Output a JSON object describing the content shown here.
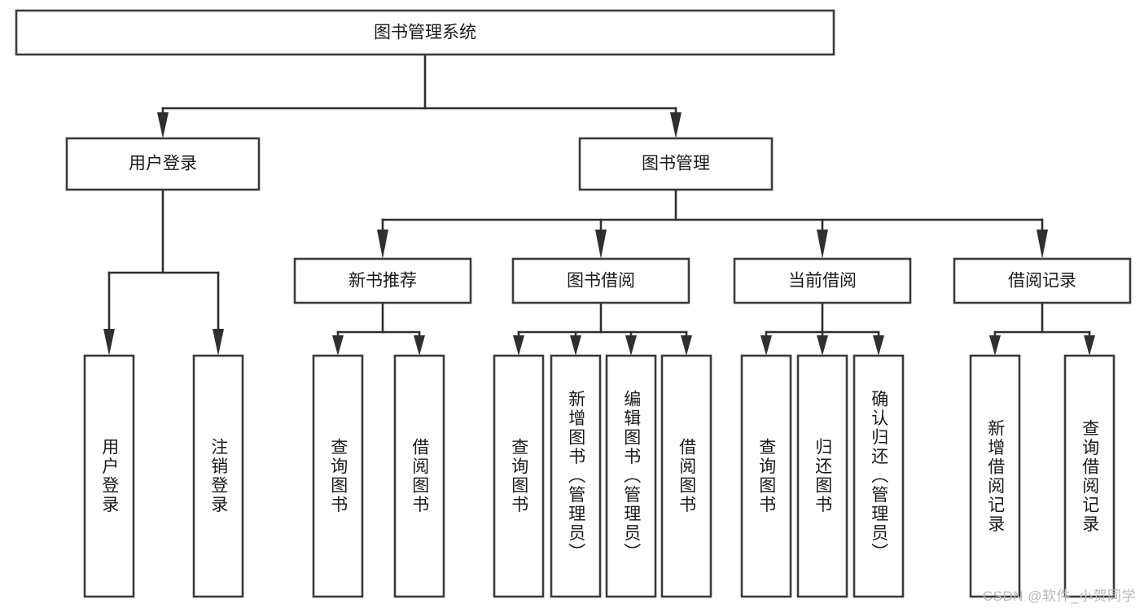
{
  "diagram": {
    "title": "图书管理系统",
    "type": "tree",
    "orientation": "top-down",
    "colors": {
      "box_fill": "#ffffff",
      "box_stroke": "#3b3b3b",
      "edge": "#2f2f2f",
      "label": "#1a1a1a",
      "background": "#ffffff",
      "watermark": "#b9b9b9"
    }
  },
  "watermark": {
    "text": "CSDN @软件_小贺同学"
  },
  "chart_data": {
    "type": "tree",
    "title": "图书管理系统",
    "root": {
      "id": "root",
      "label": "图书管理系统",
      "children": [
        "user-login",
        "book-manage"
      ]
    },
    "nodes": [
      {
        "id": "root",
        "label": "图书管理系统",
        "level": 0,
        "parent": null
      },
      {
        "id": "user-login",
        "label": "用户登录",
        "level": 1,
        "parent": "root"
      },
      {
        "id": "book-manage",
        "label": "图书管理",
        "level": 1,
        "parent": "root"
      },
      {
        "id": "new-book-rec",
        "label": "新书推荐",
        "level": 2,
        "parent": "book-manage"
      },
      {
        "id": "book-borrow",
        "label": "图书借阅",
        "level": 2,
        "parent": "book-manage"
      },
      {
        "id": "cur-borrow",
        "label": "当前借阅",
        "level": 2,
        "parent": "book-manage"
      },
      {
        "id": "borrow-rec",
        "label": "借阅记录",
        "level": 2,
        "parent": "book-manage"
      },
      {
        "id": "leaf-1",
        "label": "用户登录",
        "level": 2,
        "parent": "user-login"
      },
      {
        "id": "leaf-2",
        "label": "注销登录",
        "level": 2,
        "parent": "user-login"
      },
      {
        "id": "leaf-3",
        "label": "查询图书",
        "level": 3,
        "parent": "new-book-rec"
      },
      {
        "id": "leaf-4",
        "label": "借阅图书",
        "level": 3,
        "parent": "new-book-rec"
      },
      {
        "id": "leaf-5",
        "label": "查询图书",
        "level": 3,
        "parent": "book-borrow"
      },
      {
        "id": "leaf-6",
        "label": "新增图书（管理员）",
        "level": 3,
        "parent": "book-borrow"
      },
      {
        "id": "leaf-7",
        "label": "编辑图书（管理员）",
        "level": 3,
        "parent": "book-borrow"
      },
      {
        "id": "leaf-8",
        "label": "借阅图书",
        "level": 3,
        "parent": "book-borrow"
      },
      {
        "id": "leaf-9",
        "label": "查询图书",
        "level": 3,
        "parent": "cur-borrow"
      },
      {
        "id": "leaf-10",
        "label": "归还图书",
        "level": 3,
        "parent": "cur-borrow"
      },
      {
        "id": "leaf-11",
        "label": "确认归还（管理员）",
        "level": 3,
        "parent": "cur-borrow"
      },
      {
        "id": "leaf-12",
        "label": "新增借阅记录",
        "level": 3,
        "parent": "borrow-rec"
      },
      {
        "id": "leaf-13",
        "label": "查询借阅记录",
        "level": 3,
        "parent": "borrow-rec"
      }
    ],
    "edges": [
      {
        "from": "root",
        "to": "user-login"
      },
      {
        "from": "root",
        "to": "book-manage"
      },
      {
        "from": "book-manage",
        "to": "new-book-rec"
      },
      {
        "from": "book-manage",
        "to": "book-borrow"
      },
      {
        "from": "book-manage",
        "to": "cur-borrow"
      },
      {
        "from": "book-manage",
        "to": "borrow-rec"
      },
      {
        "from": "user-login",
        "to": "leaf-1"
      },
      {
        "from": "user-login",
        "to": "leaf-2"
      },
      {
        "from": "new-book-rec",
        "to": "leaf-3"
      },
      {
        "from": "new-book-rec",
        "to": "leaf-4"
      },
      {
        "from": "book-borrow",
        "to": "leaf-5"
      },
      {
        "from": "book-borrow",
        "to": "leaf-6"
      },
      {
        "from": "book-borrow",
        "to": "leaf-7"
      },
      {
        "from": "book-borrow",
        "to": "leaf-8"
      },
      {
        "from": "cur-borrow",
        "to": "leaf-9"
      },
      {
        "from": "cur-borrow",
        "to": "leaf-10"
      },
      {
        "from": "cur-borrow",
        "to": "leaf-11"
      },
      {
        "from": "borrow-rec",
        "to": "leaf-12"
      },
      {
        "from": "borrow-rec",
        "to": "leaf-13"
      }
    ]
  }
}
